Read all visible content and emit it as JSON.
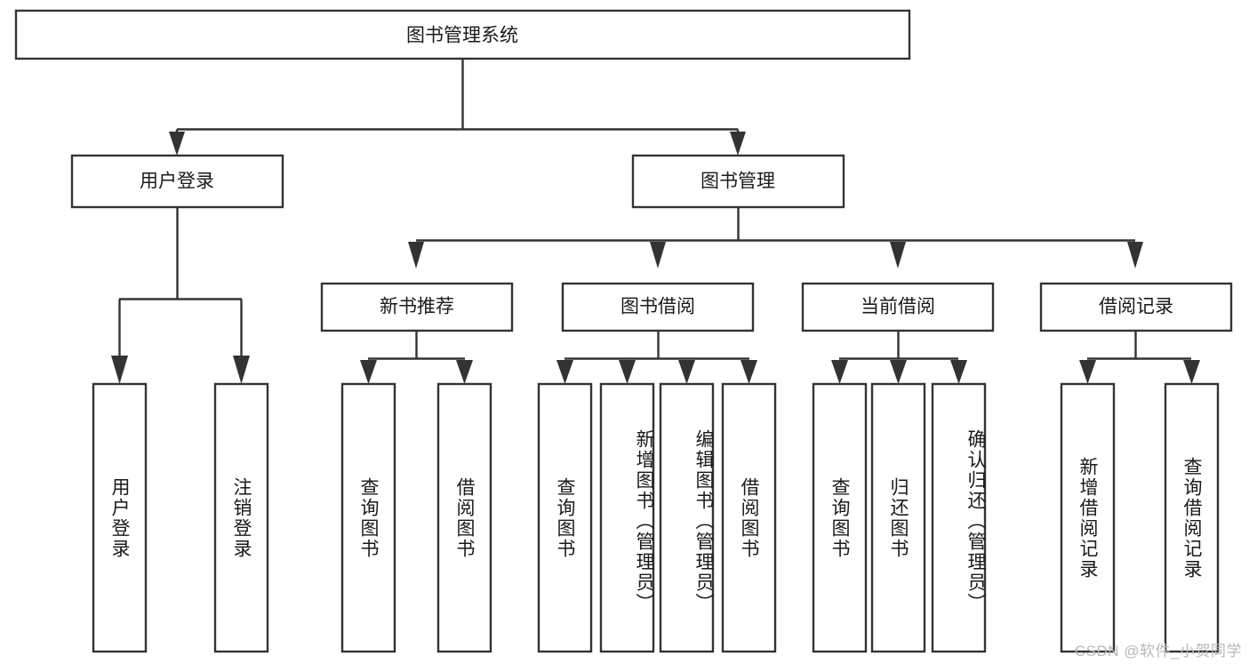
{
  "diagram": {
    "type": "hierarchy-tree",
    "orientation": "top-down",
    "title_text": "图书管理系统",
    "colors": {
      "box_stroke": "#333333",
      "box_fill": "#ffffff",
      "text": "#1a1a1a",
      "connector": "#333333",
      "background": "#ffffff",
      "watermark": "#b9b9b9"
    },
    "root": {
      "label": "图书管理系统"
    },
    "level2": [
      {
        "label": "用户登录"
      },
      {
        "label": "图书管理"
      }
    ],
    "level3": [
      {
        "label": "新书推荐"
      },
      {
        "label": "图书借阅"
      },
      {
        "label": "当前借阅"
      },
      {
        "label": "借阅记录"
      }
    ],
    "leaves": {
      "user_login": [
        {
          "label": "用户登录"
        },
        {
          "label": "注销登录"
        }
      ],
      "new_book_recommend": [
        {
          "label": "查询图书"
        },
        {
          "label": "借阅图书"
        }
      ],
      "book_borrow": [
        {
          "label": "查询图书"
        },
        {
          "label": "新增图书（管理员）"
        },
        {
          "label": "编辑图书（管理员）"
        },
        {
          "label": "借阅图书"
        }
      ],
      "current_borrow": [
        {
          "label": "查询图书"
        },
        {
          "label": "归还图书"
        },
        {
          "label": "确认归还（管理员）"
        }
      ],
      "borrow_record": [
        {
          "label": "新增借阅记录"
        },
        {
          "label": "查询借阅记录"
        }
      ]
    }
  },
  "watermark": {
    "text": "CSDN @软件_小贺同学"
  }
}
